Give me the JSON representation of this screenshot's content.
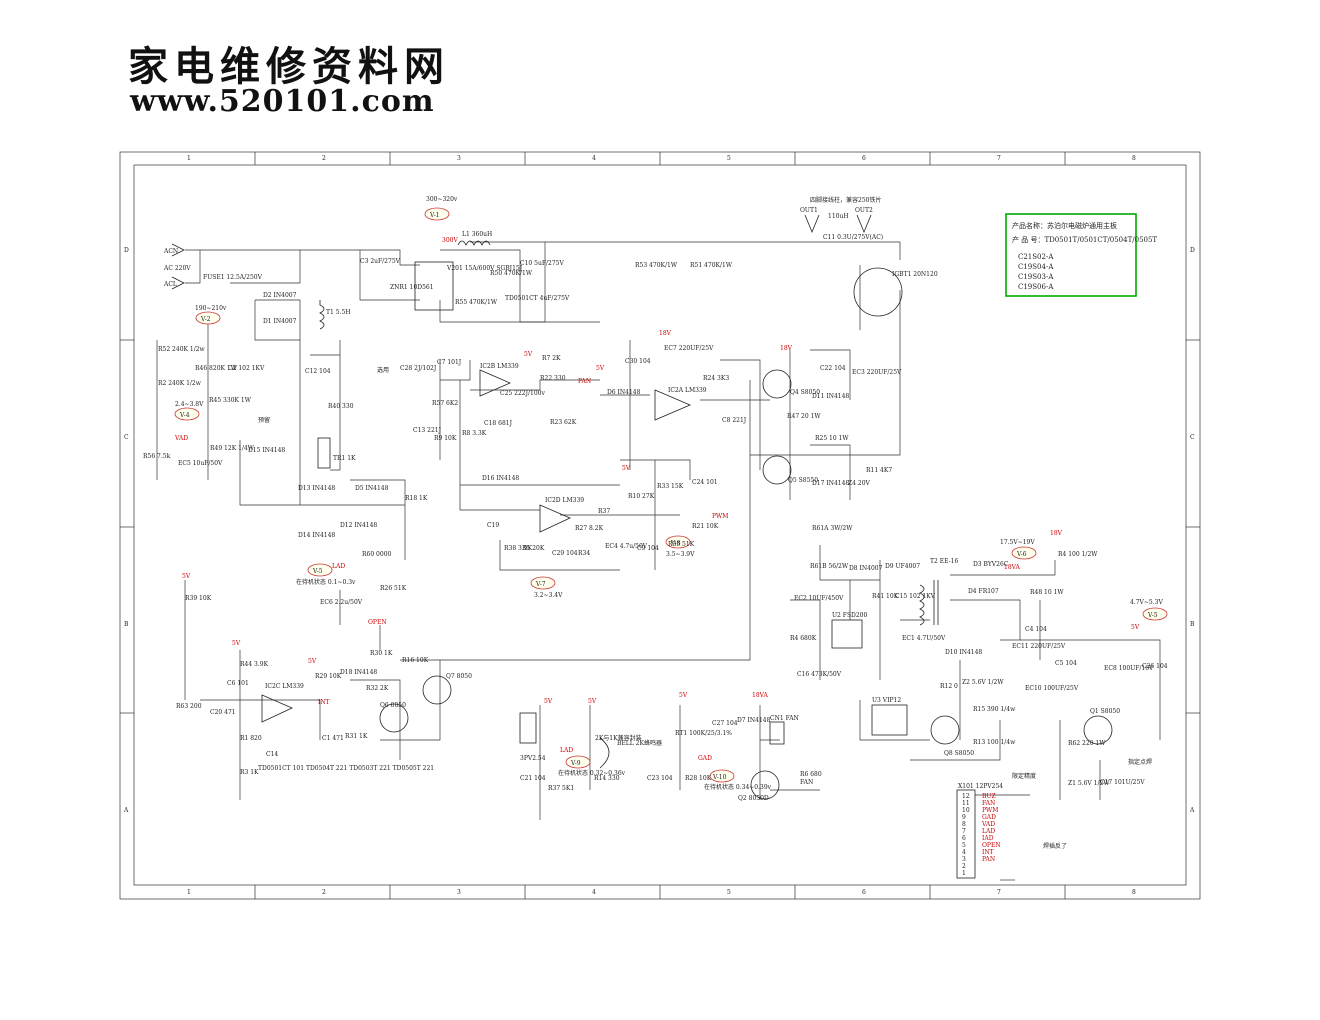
{
  "header": {
    "title": "家电维修资料网",
    "url": "www.520101.com"
  },
  "grid": {
    "columns": [
      "1",
      "2",
      "3",
      "4",
      "5",
      "6",
      "7",
      "8"
    ],
    "rows": [
      "D",
      "C",
      "B",
      "A"
    ]
  },
  "info_box": {
    "product_name": "产品名称：苏泊尔电磁炉通用主板",
    "product_model": "产  品  号：TD0501T/0501CT/0504T/0505T",
    "models": [
      "C21S02-A",
      "C19S04-A",
      "C19S03-A",
      "C19S06-A"
    ]
  },
  "test_points": [
    {
      "id": "V-1",
      "note": "300~320v"
    },
    {
      "id": "V-2",
      "note": "190~210v"
    },
    {
      "id": "V-4",
      "note": "2.4~3.8V"
    },
    {
      "id": "V-5",
      "note": "在待机状态 0.1~0.3v"
    },
    {
      "id": "V-6",
      "note": "17.5V~19V"
    },
    {
      "id": "V-7",
      "note": "3.2~3.4V"
    },
    {
      "id": "V-8",
      "note": "3.5~3.9V"
    },
    {
      "id": "V-9",
      "note": "在待机状态 0.32~0.36v"
    },
    {
      "id": "V-10",
      "note": "在待机状态 0.34~0.39v"
    },
    {
      "id": "V-5b",
      "label": "V-5",
      "note": "4.7V~5.3V"
    }
  ],
  "nets": {
    "ac_n": "ACN",
    "ac_l": "ACL",
    "ac_input": "AC 220V",
    "out1": "OUT1",
    "out2": "OUT2",
    "out_note": "四脚接线柱，兼容250铁片",
    "coil_note": "110uH",
    "pan": "PAN",
    "pwm": "PWM",
    "int": "INT",
    "open": "OPEN",
    "lad": "LAD",
    "vad": "VAD",
    "gad": "GAD",
    "fan": "FAN",
    "buz": "BUZ",
    "rail_300v": "300V",
    "rail_18v": "18V",
    "rail_5v": "5V",
    "rail_18va": "18VA"
  },
  "components": {
    "fuse": "FUSE1 12.5A/250V",
    "c3": "C3 2uF/275V",
    "zinc": "ZNR1 10D561",
    "bridge": "V201 15A/600V SGBJ15J",
    "l1": "L1 360uH",
    "r50": "R50 470K/1W",
    "c10": "C10 5uF/275V",
    "c10_note": "TD0501CT 4uF/275V",
    "r53": "R53 470K/1W",
    "r51": "R51 470K/1W",
    "r55": "R55 470K/1W",
    "c11": "C11 0.3U/275V(AC)",
    "igbt": "IGBT1 20N120",
    "t1": "T1 5.5H",
    "d2": "D2 IN4007",
    "d1": "D1 IN4007",
    "r52": "R52 240K 1/2w",
    "r2": "R2 240K 1/2w",
    "r46": "R46 820K 1W",
    "r45": "R45 330K 1W",
    "c2": "C2 102 1KV",
    "r56": "R56 7.5k",
    "ec5": "EC5 10uF/50V",
    "r49": "R49 12K 1/4W",
    "d15": "D15 IN4148",
    "r40": "R40 330",
    "tr1": "TR1 1K",
    "c12": "C12 104",
    "c28": "C28 2J/102J",
    "c7": "C7 101J",
    "ic2b": "IC2B LM339",
    "r57": "R57 6K2",
    "r8": "R8 3.3K",
    "c18": "C18 681J",
    "r9": "R9 10K",
    "c13": "C13 221J",
    "r7": "R7 2K",
    "r22": "R22 330",
    "c25": "C25 222J/100v",
    "d6": "D6 IN4148",
    "r23": "R23 62K",
    "c30": "C30 104",
    "ec7": "EC7 220UF/25V",
    "ic2a": "IC2A LM339",
    "r24": "R24 3K3",
    "c8": "C8 221J",
    "q4": "Q4 S8050",
    "q5": "Q5 S8550",
    "r47": "R47 20 1W",
    "r25": "R25 10 1W",
    "d11": "D11 IN4148",
    "d17": "D17 IN4148",
    "c22": "C22 104",
    "ec3": "EC3 220UF/25V",
    "z4": "Z4 20V",
    "r11": "R11 4K7",
    "d13": "D13 IN4148",
    "d14": "D14 IN4148",
    "d5": "D5 IN4148",
    "d12": "D12 IN4148",
    "d16": "D16 IN4148",
    "r18": "R18 1K",
    "r60": "R60 0000",
    "r26": "R26 51K",
    "ec6": "EC6 2.2u/50V",
    "r39": "R39 10K",
    "ic2d": "IC2D LM339",
    "c19": "C19",
    "r10": "R10 27K",
    "r33": "R33 15K",
    "c24": "C24 101",
    "r37": "R37",
    "r21": "R21 10K",
    "r38": "R38 3.9K",
    "r5": "R5 20K",
    "c29": "C29 104",
    "r27": "R27 8.2K",
    "r34": "R34",
    "ec4": "EC4 4.7u/50V",
    "c9": "C9 104",
    "r35": "R35 51K",
    "r44": "R44 3.9K",
    "c6": "C6 101",
    "r63": "R63 200",
    "c20": "C20 471",
    "ic2c": "IC2C LM339",
    "r1": "R1 820",
    "r3": "R3 1K",
    "c14": "C14",
    "c14_note": "TD0501CT 101 TD0504T 221 TD0503T 221 TD0505T 221",
    "r29": "R29 10K",
    "c1": "C1 471",
    "r31": "R31 1K",
    "d18": "D18 IN4148",
    "r30": "R30 1K",
    "r32": "R32 2K",
    "q6": "Q6 8050",
    "r16": "R16 10K",
    "q7": "Q7 8050",
    "r61": "R61A 3W/2W",
    "r61b": "R61B 56/2W",
    "d8": "D8 IN4007",
    "d9": "D9 UF4007",
    "ec2": "EC2 10UF/450V",
    "u2": "U2 FSD200",
    "r4": "R4 680K",
    "c16": "C16 473K/50V",
    "r41": "R41 10K",
    "c15": "C15 102 1KV",
    "ec1": "EC1 4.7U/50V",
    "t2": "T2 EE-16",
    "d3": "D3 BYV26C",
    "d4": "D4 FR107",
    "r48": "R48 10 1W",
    "r4b": "R4 100 1/2W",
    "c4": "C4 104",
    "ec11": "EC11 220UF/25V",
    "c5": "C5 104",
    "ec10": "EC10 100UF/25V",
    "ec8": "EC8 100UF/16V",
    "c26": "C26 104",
    "d10": "D10 IN4148",
    "z2": "Z2 5.6V 1/2W",
    "r12": "R12 0",
    "u3": "U3 VIP12",
    "r15": "R15 390 1/4w",
    "r13": "R13 100 1/4w",
    "q8": "Q8 S8050",
    "q1": "Q1 S8050",
    "r62": "R62 220 1W",
    "z1": "Z1 5.6V 1/2W",
    "c17": "C17 101U/25V",
    "lad_conn": "3PV2.54",
    "c21": "C21 104",
    "r37b": "R37 5K1",
    "bell": "BELL 2K蜂鸣器",
    "bell_note": "2K与1K兼容封装",
    "r14": "R14 330",
    "r28": "R28 10K",
    "c23": "C23 104",
    "rt1": "RT1 100K/25/3.1%",
    "c27": "C27 104",
    "d7": "D7 IN4148",
    "cn1": "CN1 FAN",
    "q2": "Q2 8050D",
    "r6": "R6 680",
    "x101": "X101 12PV254",
    "x101_note": "焊插反了",
    "limit_note": "限定精度",
    "point_note": "指定点焊",
    "reserve": "预留",
    "reserve2": "选用"
  },
  "connector_pins": [
    {
      "pin": "12",
      "net": "BUZ"
    },
    {
      "pin": "11",
      "net": "FAN"
    },
    {
      "pin": "10",
      "net": "PWM"
    },
    {
      "pin": "9",
      "net": "GAD"
    },
    {
      "pin": "8",
      "net": "VAD"
    },
    {
      "pin": "7",
      "net": "LAD"
    },
    {
      "pin": "6",
      "net": "IAD"
    },
    {
      "pin": "5",
      "net": "OPEN"
    },
    {
      "pin": "4",
      "net": "INT"
    },
    {
      "pin": "3",
      "net": "PAN"
    },
    {
      "pin": "2",
      "net": ""
    },
    {
      "pin": "1",
      "net": ""
    }
  ]
}
